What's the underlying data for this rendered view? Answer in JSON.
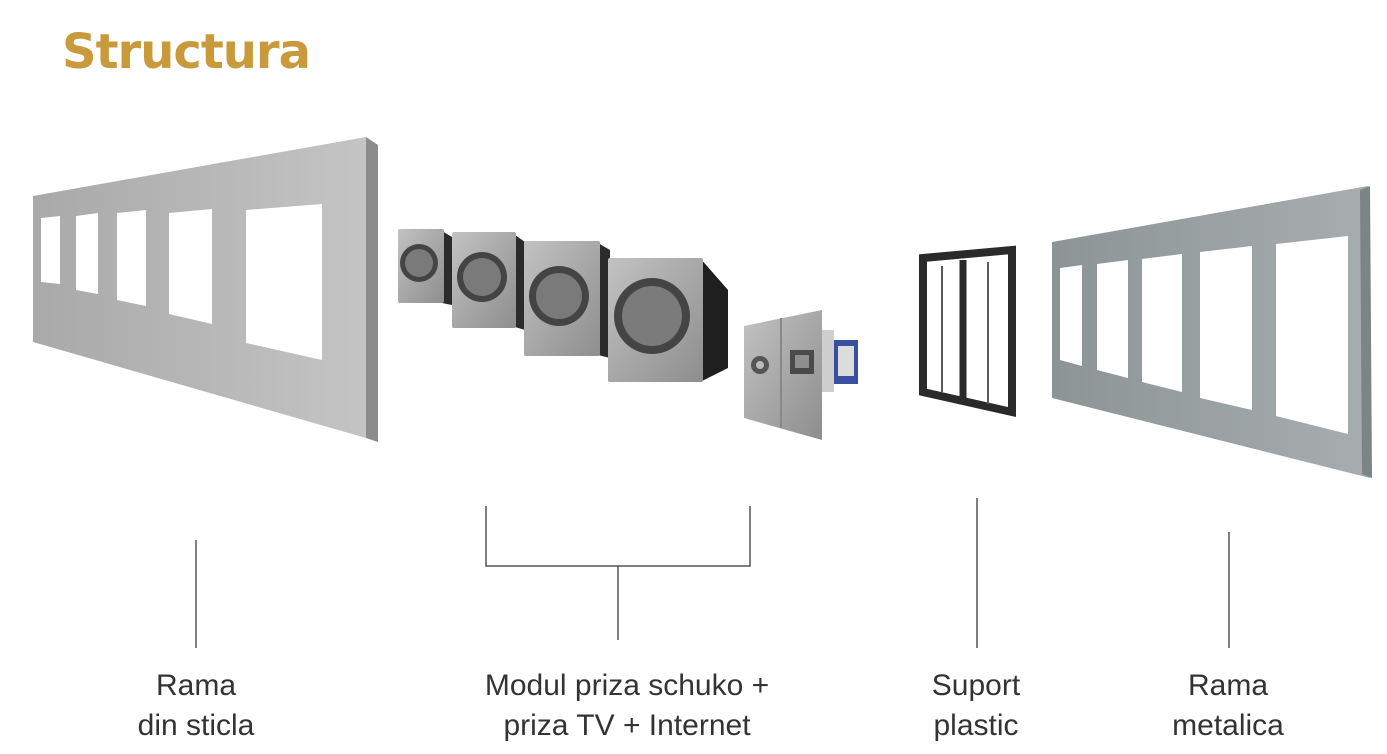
{
  "title": "Structura",
  "colors": {
    "title": "#c99a3b",
    "text": "#333333",
    "line": "#555555",
    "glass_face": "#b9b9b9",
    "glass_edge": "#8f8f8f",
    "module": "#a8a8a8",
    "module_dark": "#2b2b2b",
    "support": "#2a2a2a",
    "metal": "#9aa1a3"
  },
  "labels": {
    "glass_frame": {
      "line1": "Rama",
      "line2": "din sticla"
    },
    "modules": {
      "line1": "Modul priza schuko +",
      "line2": "priza TV + Internet"
    },
    "support": {
      "line1": "Suport",
      "line2": "plastic"
    },
    "metal_frame": {
      "line1": "Rama",
      "line2": "metalica"
    }
  }
}
